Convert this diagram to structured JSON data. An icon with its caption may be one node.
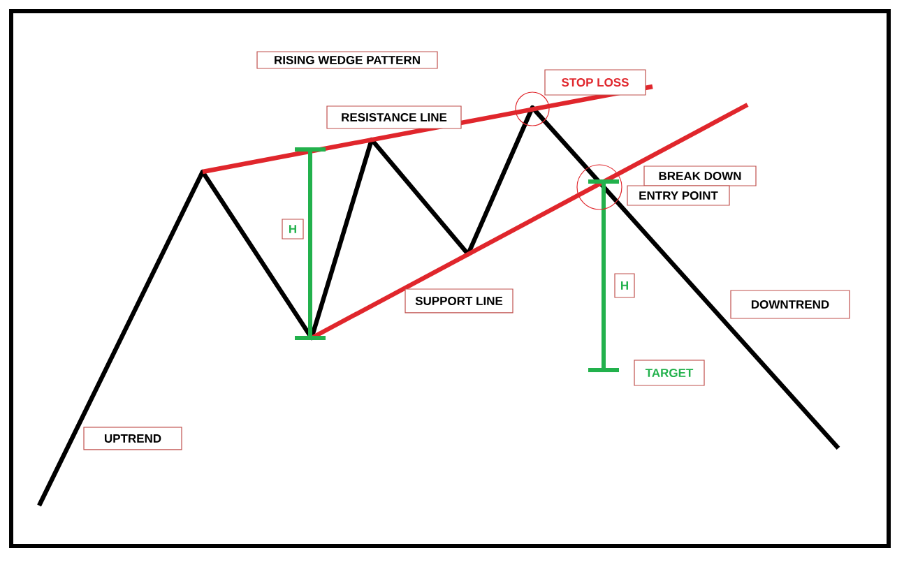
{
  "diagram": {
    "nodes": [
      {
        "text": [
          "RISING WEDGE PATTERN"
        ]
      },
      {
        "text": [
          "STOP LOSS"
        ]
      },
      {
        "text": [
          "RESISTANCE LINE"
        ]
      },
      {
        "text": [
          "BREAK DOWN"
        ]
      },
      {
        "text": [
          "ENTRY POINT"
        ]
      },
      {
        "text": [
          "H"
        ]
      },
      {
        "text": [
          "H"
        ]
      },
      {
        "text": [
          "SUPPORT LINE"
        ]
      },
      {
        "text": [
          "DOWNTREND"
        ]
      },
      {
        "text": [
          "TARGET"
        ]
      },
      {
        "text": [
          "UPTREND"
        ]
      }
    ]
  }
}
